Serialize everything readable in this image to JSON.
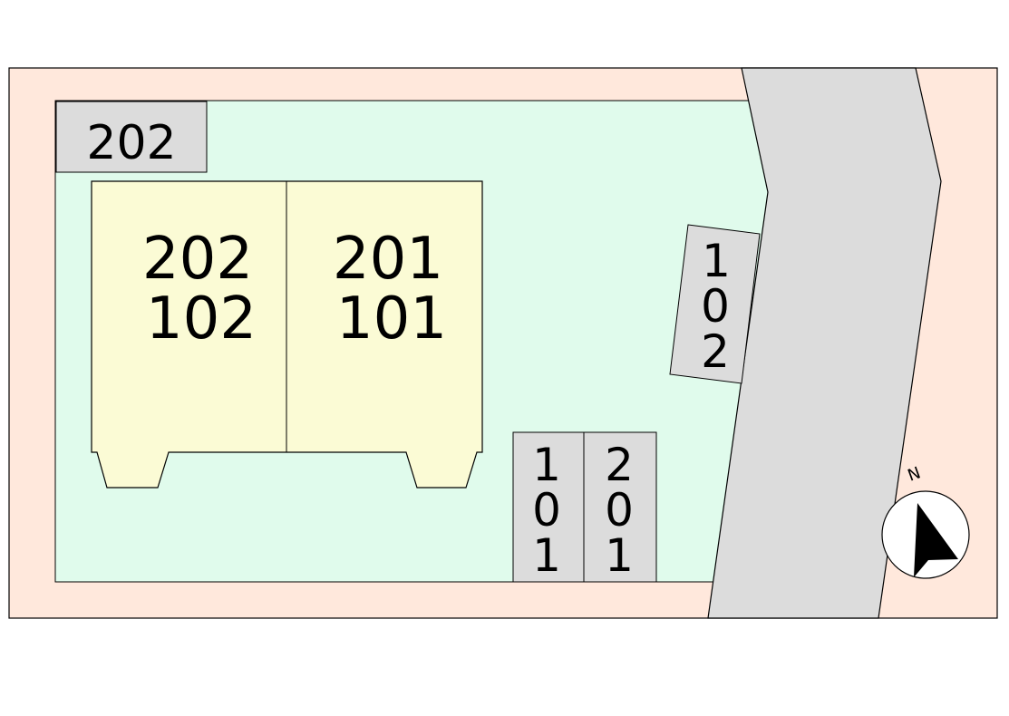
{
  "map": {
    "colors": {
      "boundary_fill": "#ffe8dc",
      "lot_fill": "#e0fbec",
      "building_fill": "#fbfbd5",
      "road_fill": "#dcdcdc",
      "parking_fill": "#dcdcdc",
      "outline": "#000000"
    },
    "building": {
      "left_unit": {
        "upper": "202",
        "lower": "102"
      },
      "right_unit": {
        "upper": "201",
        "lower": "101"
      }
    },
    "parking": {
      "top_left_space": "202",
      "right_slanted_space": [
        "1",
        "0",
        "2"
      ],
      "bottom_space_1": [
        "1",
        "0",
        "1"
      ],
      "bottom_space_2": [
        "2",
        "0",
        "1"
      ]
    },
    "compass": {
      "north_label": "N",
      "icon": "north-arrow-icon"
    }
  }
}
